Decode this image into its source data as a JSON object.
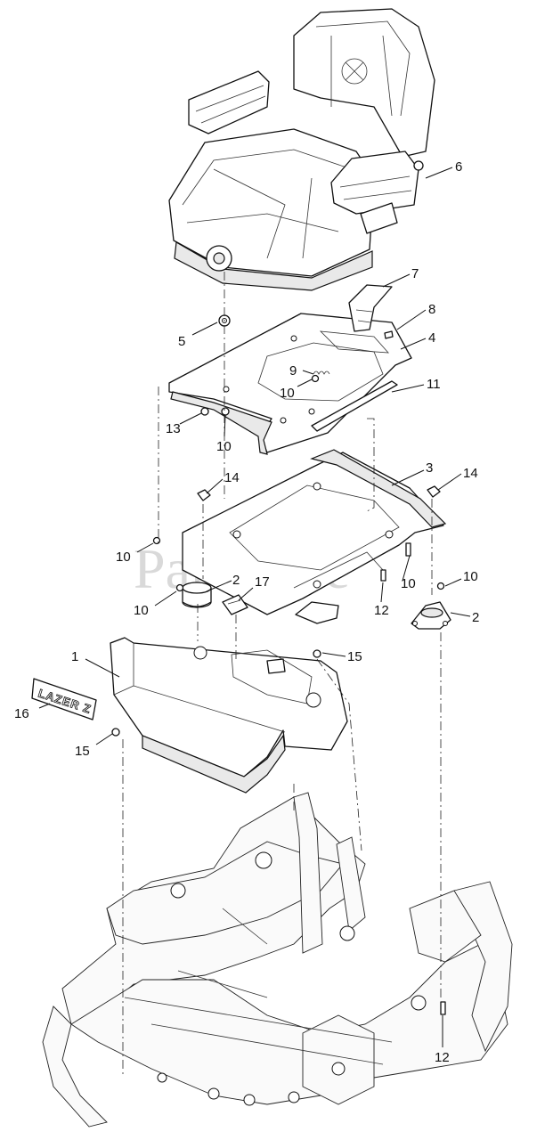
{
  "watermark": "PartsTree",
  "decal_text": "LAZER Z",
  "callouts": [
    {
      "id": "c1",
      "label": "1"
    },
    {
      "id": "c2a",
      "label": "2"
    },
    {
      "id": "c2b",
      "label": "2"
    },
    {
      "id": "c3",
      "label": "3"
    },
    {
      "id": "c4",
      "label": "4"
    },
    {
      "id": "c5",
      "label": "5"
    },
    {
      "id": "c6",
      "label": "6"
    },
    {
      "id": "c7",
      "label": "7"
    },
    {
      "id": "c8",
      "label": "8"
    },
    {
      "id": "c9",
      "label": "9"
    },
    {
      "id": "c10a",
      "label": "10"
    },
    {
      "id": "c10b",
      "label": "10"
    },
    {
      "id": "c10c",
      "label": "10"
    },
    {
      "id": "c10d",
      "label": "10"
    },
    {
      "id": "c10e",
      "label": "10"
    },
    {
      "id": "c10f",
      "label": "10"
    },
    {
      "id": "c11",
      "label": "11"
    },
    {
      "id": "c12a",
      "label": "12"
    },
    {
      "id": "c12b",
      "label": "12"
    },
    {
      "id": "c13",
      "label": "13"
    },
    {
      "id": "c14a",
      "label": "14"
    },
    {
      "id": "c14b",
      "label": "14"
    },
    {
      "id": "c15a",
      "label": "15"
    },
    {
      "id": "c15b",
      "label": "15"
    },
    {
      "id": "c16",
      "label": "16"
    },
    {
      "id": "c17",
      "label": "17"
    }
  ]
}
